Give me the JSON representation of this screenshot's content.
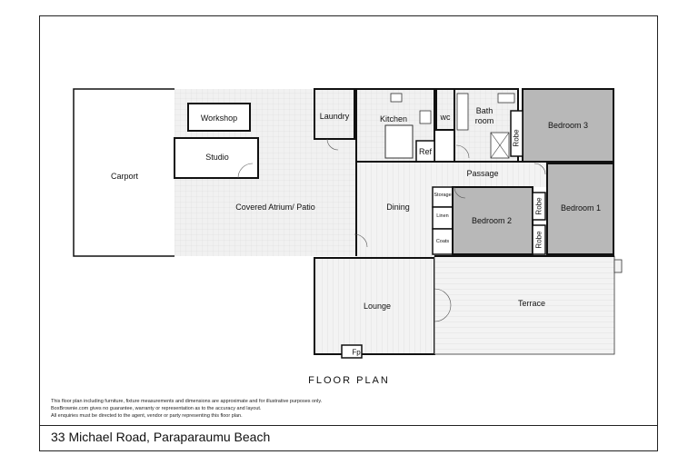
{
  "rooms": {
    "carport": "Carport",
    "workshop": "Workshop",
    "studio": "Studio",
    "atrium": "Covered Atrium/ Patio",
    "laundry": "Laundry",
    "kitchen": "Kitchen",
    "wc": "wc",
    "bath": "Bath room",
    "bedroom3": "Bedroom 3",
    "robe_b3": "Robe",
    "ref": "Ref",
    "passage": "Passage",
    "dining": "Dining",
    "storage": "Storage",
    "linen": "Linen",
    "coats": "Coats",
    "bedroom2": "Bedroom 2",
    "robe_b2": "Robe",
    "robe_b1": "Robe",
    "bedroom1": "Bedroom 1",
    "lounge": "Lounge",
    "terrace": "Terrace",
    "fp": "Fp"
  },
  "plan_title": "FLOOR PLAN",
  "disclaimer": [
    "This floor plan including furniture, fixture measurements and dimensions are approximate and for illustrative purposes only.",
    "BoxBrownie.com gives no guarantee, warranty or representation as to the accuracy and layout.",
    "All enquiries must be directed to the agent, vendor or party representing this floor plan."
  ],
  "address": "33 Michael Road, Paraparaumu Beach",
  "colors": {
    "bedroom_fill": "#b8b8b8",
    "floor_fill": "#f0f0f0",
    "wall": "#111111"
  }
}
